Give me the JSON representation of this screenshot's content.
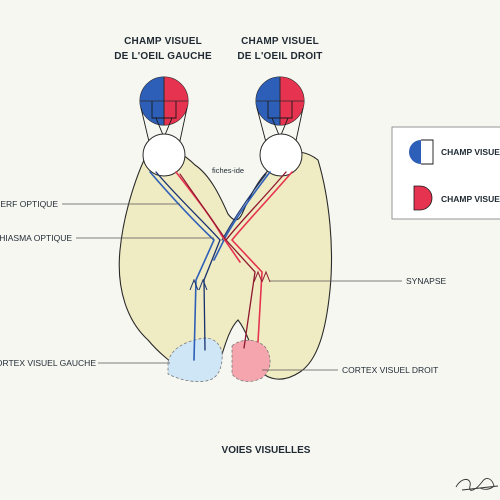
{
  "headers": {
    "left_eye": [
      "CHAMP VISUEL",
      "DE L'OEIL GAUCHE"
    ],
    "right_eye": [
      "CHAMP VISUEL",
      "DE L'OEIL DROIT"
    ]
  },
  "labels": {
    "nerve": "NERF OPTIQUE",
    "chiasm": "CHIASMA OPTIQUE",
    "left_cortex": "CORTEX VISUEL GAUCHE",
    "synapse": "SYNAPSE",
    "right_cortex": "CORTEX VISUEL DROIT",
    "watermark": "fiches-ide"
  },
  "legend": {
    "blue_label": "CHAMP VISUEL",
    "red_label": "CHAMP VISUEL"
  },
  "title": "VOIES VISUELLES",
  "colors": {
    "brain": "#efebc2",
    "blue": "#2e5fb8",
    "blue_dark": "#17306f",
    "red": "#e63350",
    "red_dark": "#8f1730",
    "left_cortex_fill": "#cfe6f7",
    "right_cortex_fill": "#f4a5ae",
    "outline": "#2a2a2a",
    "background": "#f7f7f2"
  }
}
